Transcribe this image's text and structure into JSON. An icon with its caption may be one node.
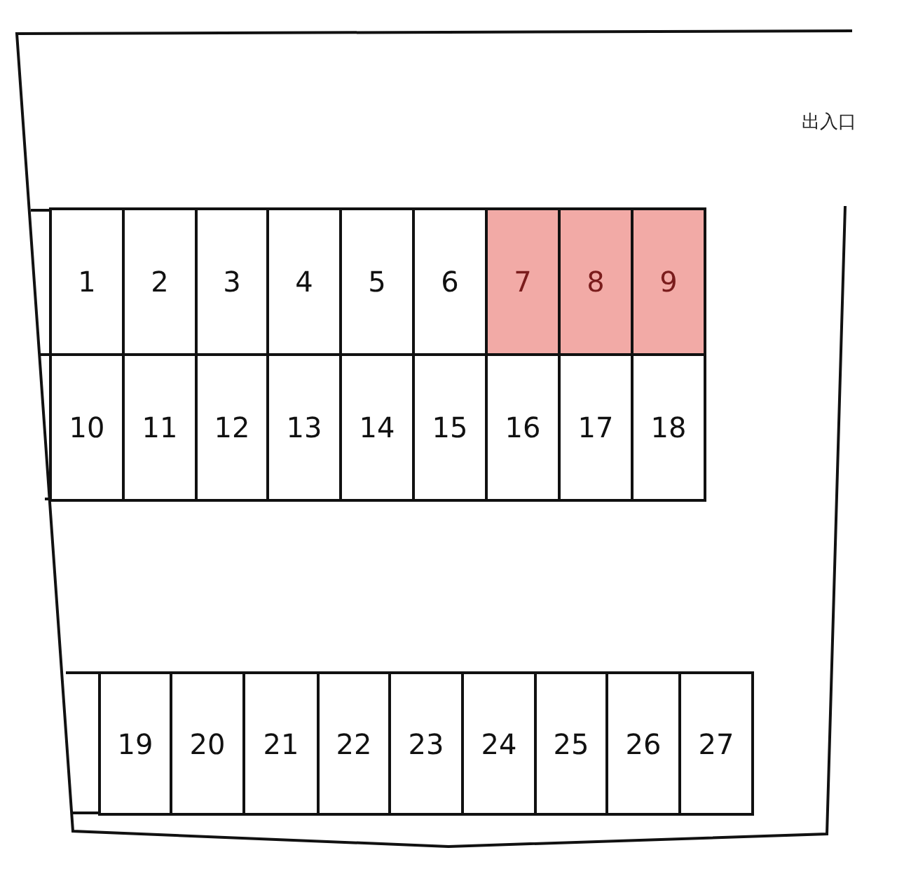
{
  "diagram": {
    "nodes": [
      {
        "text": [
          "1"
        ]
      },
      {
        "text": [
          "2"
        ]
      },
      {
        "text": [
          "3"
        ]
      },
      {
        "text": [
          "4"
        ]
      },
      {
        "text": [
          "5"
        ]
      },
      {
        "text": [
          "6"
        ]
      },
      {
        "text": [
          "7"
        ]
      },
      {
        "text": [
          "8"
        ]
      },
      {
        "text": [
          "9"
        ]
      },
      {
        "text": [
          "10"
        ]
      },
      {
        "text": [
          "11"
        ]
      },
      {
        "text": [
          "12"
        ]
      },
      {
        "text": [
          "13"
        ]
      },
      {
        "text": [
          "14"
        ]
      },
      {
        "text": [
          "15"
        ]
      },
      {
        "text": [
          "16"
        ]
      },
      {
        "text": [
          "17"
        ]
      },
      {
        "text": [
          "18"
        ]
      },
      {
        "text": [
          "19"
        ]
      },
      {
        "text": [
          "20"
        ]
      },
      {
        "text": [
          "21"
        ]
      },
      {
        "text": [
          "22"
        ]
      },
      {
        "text": [
          "23"
        ]
      },
      {
        "text": [
          "24"
        ]
      },
      {
        "text": [
          "25"
        ]
      },
      {
        "text": [
          "26"
        ]
      },
      {
        "text": [
          "27"
        ]
      }
    ],
    "labels": [
      "出入口"
    ]
  }
}
